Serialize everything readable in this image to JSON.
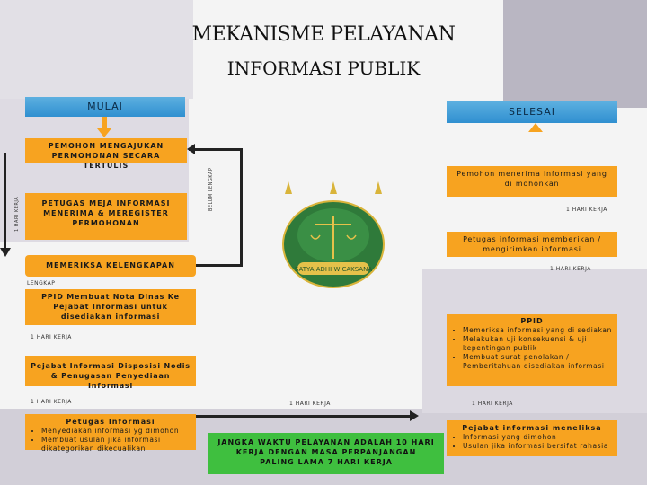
{
  "title_line1": "MEKANISME PELAYANAN",
  "title_line2": "INFORMASI PUBLIK",
  "mulai": "MULAI",
  "selesai": "SELESAI",
  "step_mengajukan": "PEMOHON MENGAJUKAN PERMOHONAN SECARA TERTULIS",
  "step_petugas_meja": "PETUGAS MEJA INFORMASI MENERIMA & MEREGISTER PERMOHONAN",
  "step_memeriksa": "MEMERIKSA KELENGKAPAN",
  "label_belum_lengkap": "BELUM LENGKAP",
  "label_lengkap": "LENGKAP",
  "label_left_side": "1 HARI KERJA",
  "step_ppid_nota": "PPID Membuat Nota Dinas Ke Pejabat Informasi untuk disediakan informasi",
  "label_1hari_a": "1 HARI KERJA",
  "step_pejabat_disposisi": "Pejabat Informasi Disposisi Nodis & Penugasan Penyediaan Informasi",
  "label_1hari_b": "1 HARI KERJA",
  "step_petugas_title": "Petugas Informasi",
  "step_petugas_items": [
    "Menyediakan informasi yg dimohon",
    "Membuat usulan jika informasi dikategorikan dikecualikan"
  ],
  "label_1hari_c": "1 HARI KERJA",
  "step_jangka": "JANGKA WAKTU PELAYANAN ADALAH 10 HARI KERJA DENGAN MASA PERPANJANGAN PALING LAMA 7 HARI KERJA",
  "step_pemohon_terima": "Pemohon menerima informasi yang di mohonkan",
  "label_1hari_d": "1 HARI KERJA",
  "step_petugas_beri": "Petugas informasi memberikan / mengirimkan informasi",
  "label_1hari_e": "1 HARI KERJA",
  "step_ppid_title": "PPID",
  "step_ppid_items": [
    "Memeriksa informasi yang di sediakan",
    "Melakukan uji konsekuensi & uji kepentingan publik",
    "Membuat surat penolakan / Pemberitahuan disediakan informasi"
  ],
  "label_1hari_f": "1 HARI KERJA",
  "step_pejabat_meteliksa_title": "Pejabat informasi meneliksa",
  "step_pejabat_meteliksa_items": [
    "Informasi yang dimohon",
    "Usulan jika informasi bersifat rahasia"
  ],
  "logo_text": "SATYA ADHI WICAKSANA",
  "colors": {
    "orange": "#f7a320",
    "blue": "#3a9ad8",
    "green": "#3fbf3f",
    "panel_gray": "#c9c6cf",
    "panel_lavender": "#dcd8e2"
  }
}
